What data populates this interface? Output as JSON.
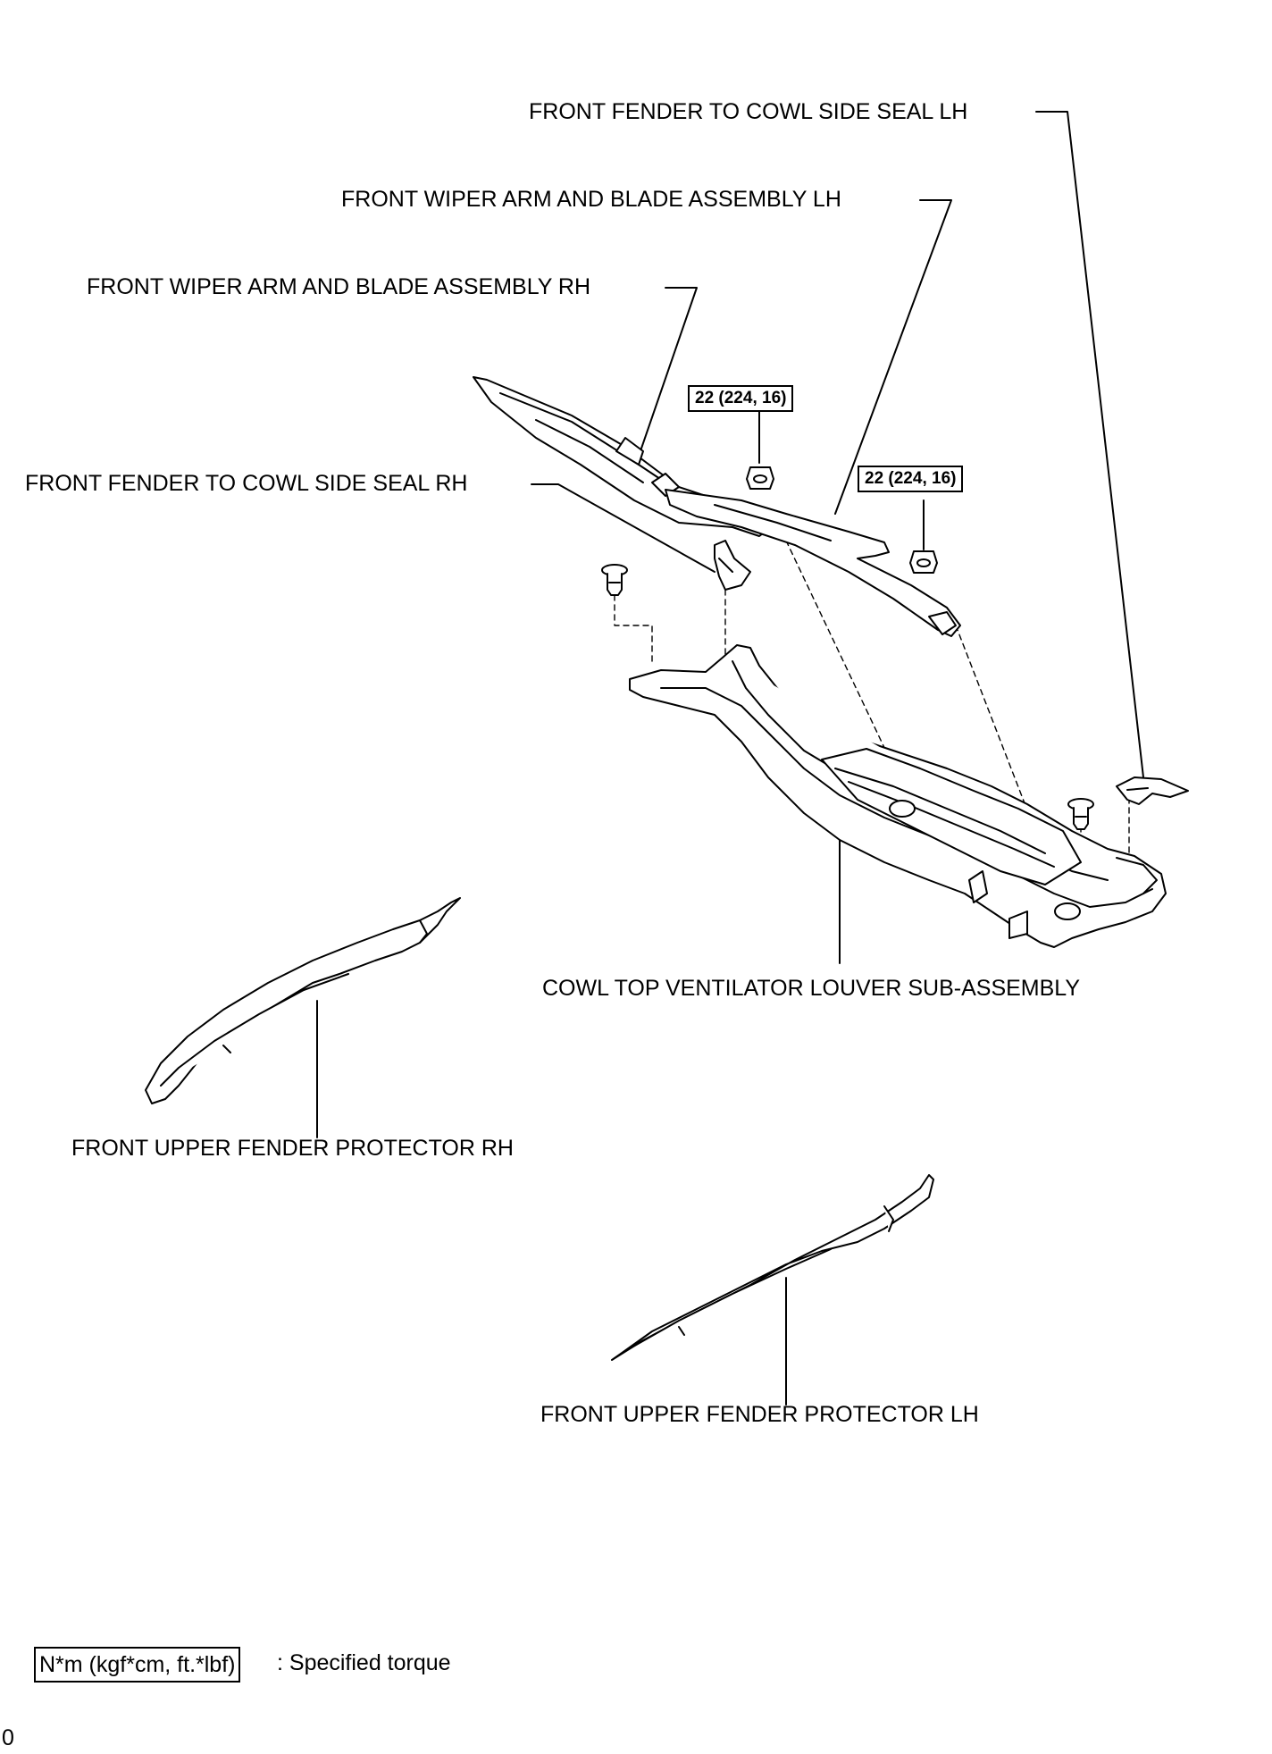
{
  "labels": {
    "seal_lh": "FRONT FENDER TO COWL SIDE SEAL LH",
    "wiper_lh": "FRONT WIPER ARM AND BLADE ASSEMBLY LH",
    "wiper_rh": "FRONT WIPER ARM AND BLADE ASSEMBLY RH",
    "seal_rh": "FRONT FENDER TO COWL SIDE SEAL RH",
    "cowl": "COWL TOP VENTILATOR LOUVER SUB-ASSEMBLY",
    "protector_rh": "FRONT UPPER FENDER PROTECTOR RH",
    "protector_lh": "FRONT UPPER FENDER PROTECTOR LH"
  },
  "torque": {
    "nut_rh": "22 (224, 16)",
    "nut_lh": "22 (224, 16)"
  },
  "legend": {
    "box_text": "N*m (kgf*cm, ft.*lbf)",
    "description": ": Specified torque"
  },
  "corner_mark": "0"
}
